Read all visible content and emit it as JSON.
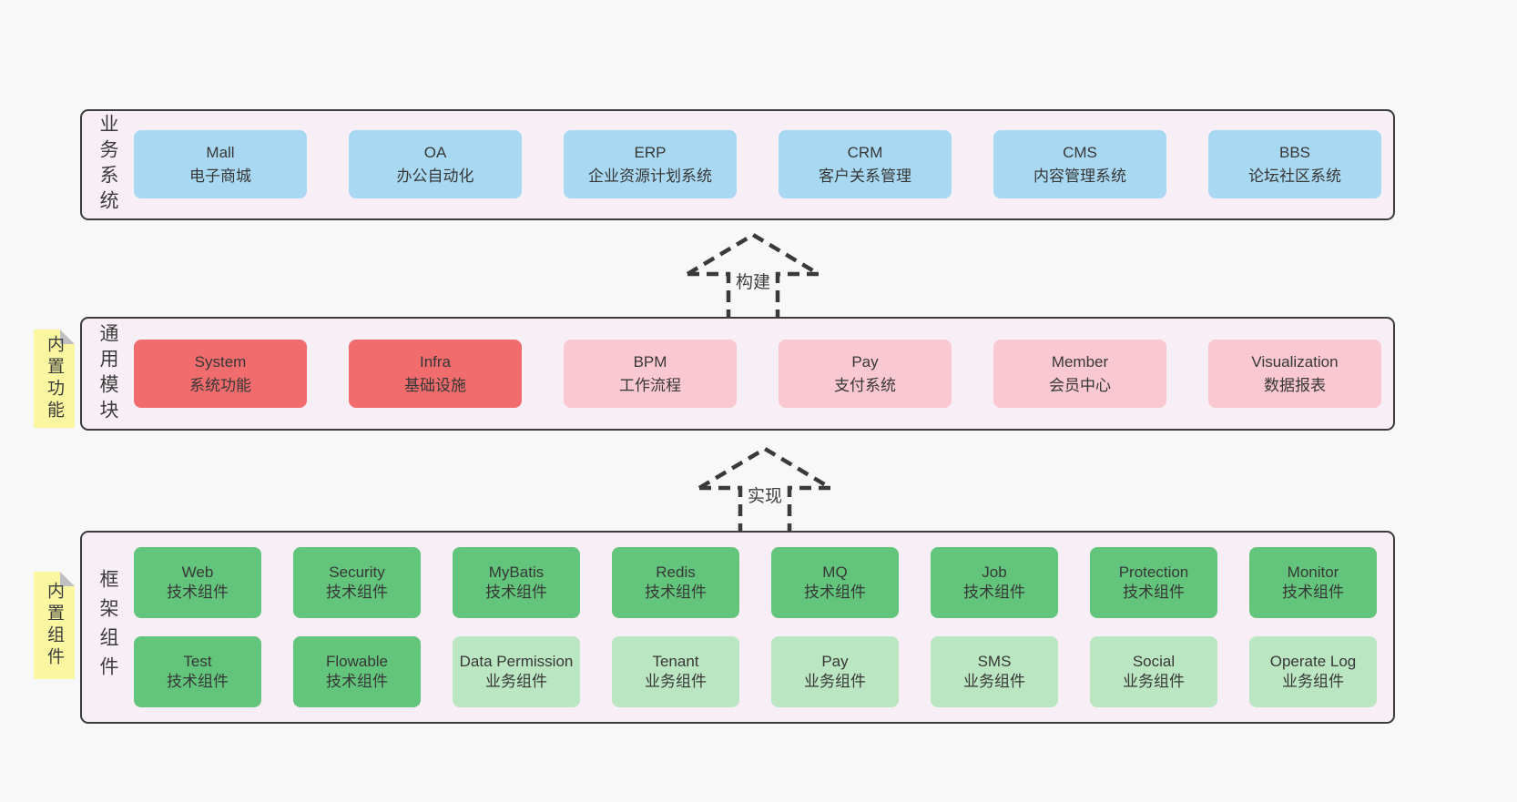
{
  "colors": {
    "page_background": "#f8f8f8",
    "layer_background": "#f8eef6",
    "layer_border": "#3c3c3c",
    "business_box": "#a9d9f2",
    "core_module_box": "#f16c6d",
    "optional_module_box": "#f9c8d0",
    "tech_component_box": "#63c57b",
    "biz_component_box": "#bae6c1",
    "sticky_tag": "#fbf7a0",
    "tag_fold": "#bfbfc4",
    "text": "#3b3b3b"
  },
  "arrows": [
    {
      "label": "构建"
    },
    {
      "label": "实现"
    }
  ],
  "layers": [
    {
      "id": "business-systems",
      "label": "业务系统",
      "tag": null,
      "boxes": [
        {
          "name": "Mall",
          "desc": "电子商城",
          "type": "blue"
        },
        {
          "name": "OA",
          "desc": "办公自动化",
          "type": "blue"
        },
        {
          "name": "ERP",
          "desc": "企业资源计划系统",
          "type": "blue"
        },
        {
          "name": "CRM",
          "desc": "客户关系管理",
          "type": "blue"
        },
        {
          "name": "CMS",
          "desc": "内容管理系统",
          "type": "blue"
        },
        {
          "name": "BBS",
          "desc": "论坛社区系统",
          "type": "blue"
        }
      ]
    },
    {
      "id": "common-modules",
      "label": "通用模块",
      "tag": "内置功能",
      "boxes": [
        {
          "name": "System",
          "desc": "系统功能",
          "type": "red"
        },
        {
          "name": "Infra",
          "desc": "基础设施",
          "type": "red"
        },
        {
          "name": "BPM",
          "desc": "工作流程",
          "type": "pink"
        },
        {
          "name": "Pay",
          "desc": "支付系统",
          "type": "pink"
        },
        {
          "name": "Member",
          "desc": "会员中心",
          "type": "pink"
        },
        {
          "name": "Visualization",
          "desc": "数据报表",
          "type": "pink"
        }
      ]
    },
    {
      "id": "framework-components",
      "label": "框架组件",
      "tag": "内置组件",
      "rows": [
        [
          {
            "name": "Web",
            "desc": "技术组件",
            "type": "green"
          },
          {
            "name": "Security",
            "desc": "技术组件",
            "type": "green"
          },
          {
            "name": "MyBatis",
            "desc": "技术组件",
            "type": "green"
          },
          {
            "name": "Redis",
            "desc": "技术组件",
            "type": "green"
          },
          {
            "name": "MQ",
            "desc": "技术组件",
            "type": "green"
          },
          {
            "name": "Job",
            "desc": "技术组件",
            "type": "green"
          },
          {
            "name": "Protection",
            "desc": "技术组件",
            "type": "green"
          },
          {
            "name": "Monitor",
            "desc": "技术组件",
            "type": "green"
          }
        ],
        [
          {
            "name": "Test",
            "desc": "技术组件",
            "type": "green"
          },
          {
            "name": "Flowable",
            "desc": "技术组件",
            "type": "green"
          },
          {
            "name": "Data Permission",
            "desc": "业务组件",
            "type": "green-light"
          },
          {
            "name": "Tenant",
            "desc": "业务组件",
            "type": "green-light"
          },
          {
            "name": "Pay",
            "desc": "业务组件",
            "type": "green-light"
          },
          {
            "name": "SMS",
            "desc": "业务组件",
            "type": "green-light"
          },
          {
            "name": "Social",
            "desc": "业务组件",
            "type": "green-light"
          },
          {
            "name": "Operate Log",
            "desc": "业务组件",
            "type": "green-light"
          }
        ]
      ]
    }
  ]
}
